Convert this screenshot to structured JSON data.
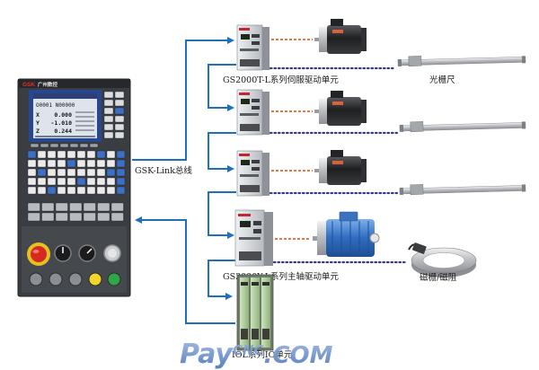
{
  "panel": {
    "brand": "GSK",
    "brand_cn": "广州数控",
    "screen_header": "O0001 N00000",
    "axes": [
      {
        "axis": "X",
        "value": "0.000"
      },
      {
        "axis": "Y",
        "value": "-1.010"
      },
      {
        "axis": "Z",
        "value": "0.244"
      }
    ]
  },
  "labels": {
    "servo_drive": "GS2000T-L系列伺服驱动单元",
    "scale": "光栅尺",
    "bus": "GSK-Link总线",
    "spindle_drive": "GS3000Y-L系列主轴驱动单元",
    "magnetic": "磁栅/磁阻",
    "io_unit": "IOL系列IO单元"
  },
  "watermark": {
    "parts": [
      "Pay",
      "CNC",
      ".COM"
    ]
  },
  "colors": {
    "bus_line": "#1f6fbf",
    "power_line": "#e8793a",
    "feedback_line": "#2f3d8f",
    "watermark": "#5f86c4"
  }
}
